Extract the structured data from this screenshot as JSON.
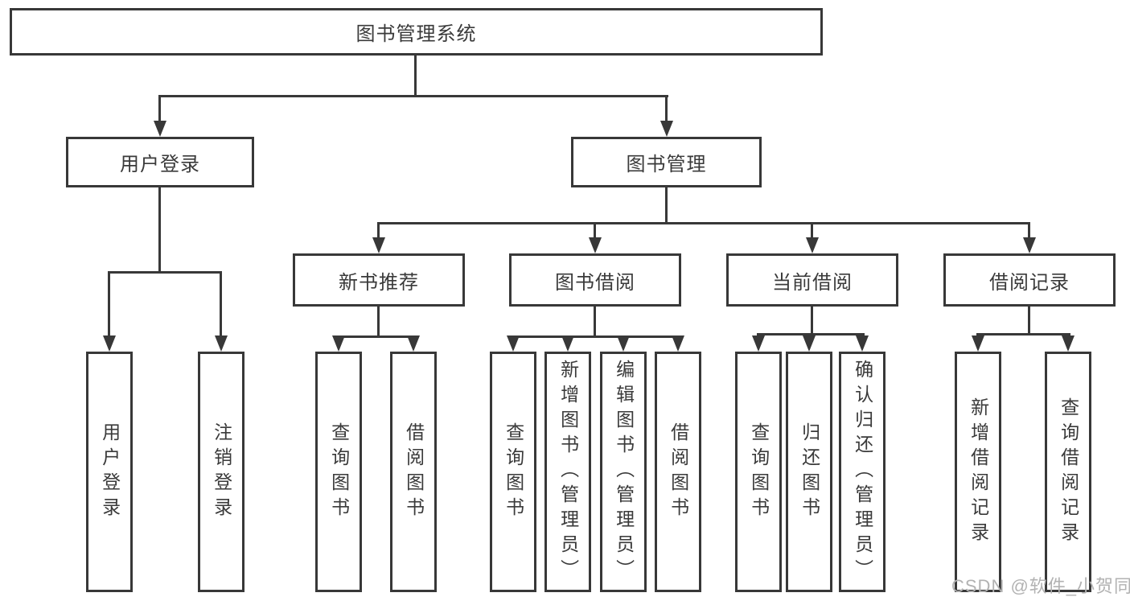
{
  "colors": {
    "line": "#383838",
    "text": "#3a3a3a",
    "background": "#ffffff",
    "watermark": "#b2b2b2"
  },
  "watermark": {
    "text": "CSDN @软件_小贺同学"
  },
  "tree": {
    "label": "图书管理系统",
    "children": [
      {
        "label": "用户登录",
        "children": [
          {
            "label": "用户登录"
          },
          {
            "label": "注销登录"
          }
        ]
      },
      {
        "label": "图书管理",
        "children": [
          {
            "label": "新书推荐",
            "children": [
              {
                "label": "查询图书"
              },
              {
                "label": "借阅图书"
              }
            ]
          },
          {
            "label": "图书借阅",
            "children": [
              {
                "label": "查询图书"
              },
              {
                "label": "新增图书（管理员）"
              },
              {
                "label": "编辑图书（管理员）"
              },
              {
                "label": "借阅图书"
              }
            ]
          },
          {
            "label": "当前借阅",
            "children": [
              {
                "label": "查询图书"
              },
              {
                "label": "归还图书"
              },
              {
                "label": "确认归还（管理员）"
              }
            ]
          },
          {
            "label": "借阅记录",
            "children": [
              {
                "label": "新增借阅记录"
              },
              {
                "label": "查询借阅记录"
              }
            ]
          }
        ]
      }
    ]
  }
}
